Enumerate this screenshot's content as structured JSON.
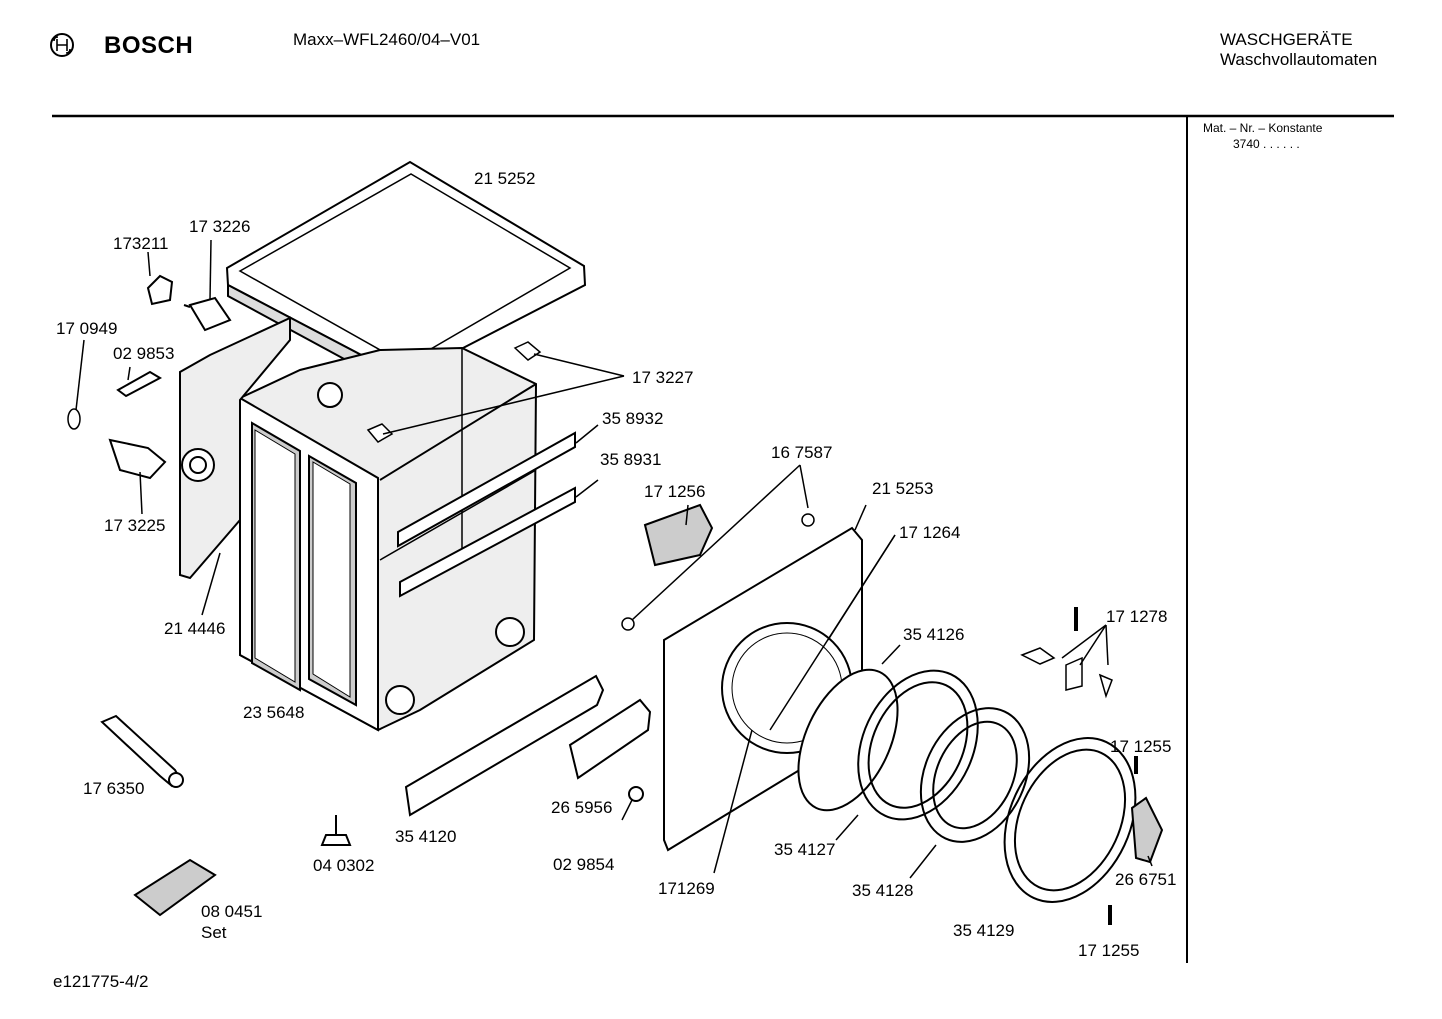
{
  "header": {
    "brand": "BOSCH",
    "model": "Maxx–WFL2460/04–V01",
    "category_line1": "WASCHGERÄTE",
    "category_line2": "Waschvollautomaten"
  },
  "side_panel": {
    "title": "Mat. – Nr. – Konstante",
    "value": "3740  .  .    .  .  .  ."
  },
  "parts": {
    "p215252": "21 5252",
    "p173226": "17 3226",
    "p173211": "173211",
    "p170949": "17 0949",
    "p029853": "02 9853",
    "p173227": "17 3227",
    "p358932": "35 8932",
    "p358931": "35 8931",
    "p173225": "17 3225",
    "p214446": "21 4446",
    "p167587": "16 7587",
    "p171256": "17 1256",
    "p215253": "21 5253",
    "p171264": "17 1264",
    "p354126": "35 4126",
    "p171278": "17 1278",
    "p235648": "23 5648",
    "p176350": "17 6350",
    "p354120": "35 4120",
    "p265956": "26 5956",
    "p029854": "02 9854",
    "p040302": "04 0302",
    "p171269": "171269",
    "p354127": "35 4127",
    "p354128": "35 4128",
    "p171255a": "17 1255",
    "p266751": "26 6751",
    "p354129": "35 4129",
    "p171255b": "17 1255",
    "p080451": "08 0451",
    "p080451set": "Set"
  },
  "footer": {
    "code": "e121775-4/2"
  }
}
